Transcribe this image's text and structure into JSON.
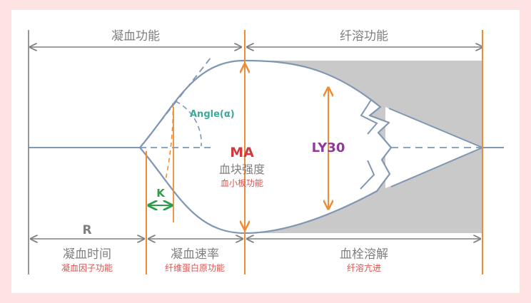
{
  "diagram": {
    "top_left_label": "凝血功能",
    "top_right_label": "纤溶功能",
    "angle_label": "Angle(α)",
    "k_label": "K",
    "ma_label": "MA",
    "ma_sub": "血块强度",
    "ma_note": "血小板功能",
    "ly30_label": "LY30",
    "r_label": "R",
    "seg1_label": "凝血时间",
    "seg1_note": "凝血因子功能",
    "seg2_label": "凝血速率",
    "seg2_note": "纤维蛋白原功能",
    "seg3_label": "血栓溶解",
    "seg3_note": "纤溶亢进"
  },
  "colors": {
    "background": "#fde3e1",
    "curve": "#7f97b3",
    "orange": "#f08a33",
    "gray_arrow": "#7f7f7f",
    "gray_fill": "#c9c9c9",
    "ma_red": "#d0393e",
    "ly30_purple": "#8e3a96",
    "angle_teal": "#3aaa99",
    "k_green": "#2e9d4a",
    "note_red": "#d9534f"
  }
}
